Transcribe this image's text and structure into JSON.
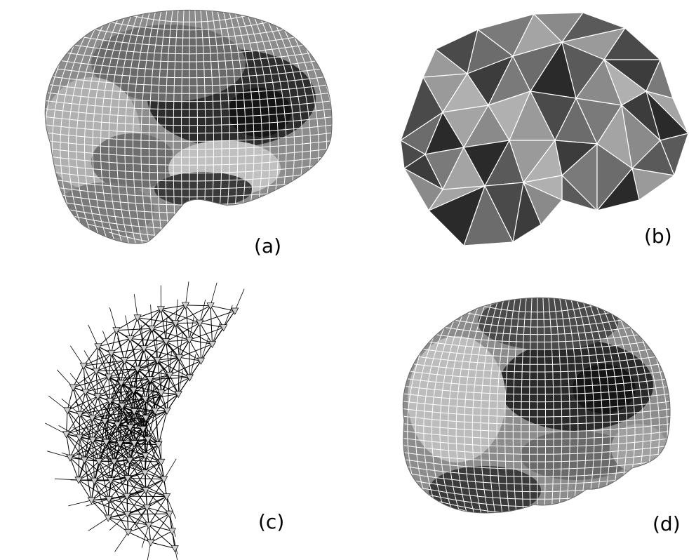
{
  "panels": [
    {
      "id": "a",
      "label": "(a)",
      "kind": "dense-quad-mesh"
    },
    {
      "id": "b",
      "label": "(b)",
      "kind": "coarse-triangle-mesh"
    },
    {
      "id": "c",
      "label": "(c)",
      "kind": "wireframe-with-normal-vectors"
    },
    {
      "id": "d",
      "label": "(d)",
      "kind": "dense-quad-mesh"
    }
  ],
  "colors": {
    "background": "#ffffff",
    "mesh_line": "#ffffff",
    "shade_light": "#b4b4b4",
    "shade_dark": "#1e1e1e",
    "wireframe": "#000000"
  }
}
